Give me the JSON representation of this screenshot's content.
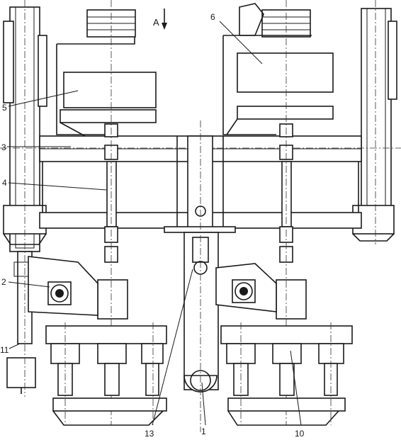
{
  "view_marker": "A",
  "labels": {
    "l1": "1",
    "l2": "2",
    "l3": "3",
    "l4": "4",
    "l5": "5",
    "l6": "6",
    "l10": "10",
    "l11": "11",
    "l13": "13"
  }
}
